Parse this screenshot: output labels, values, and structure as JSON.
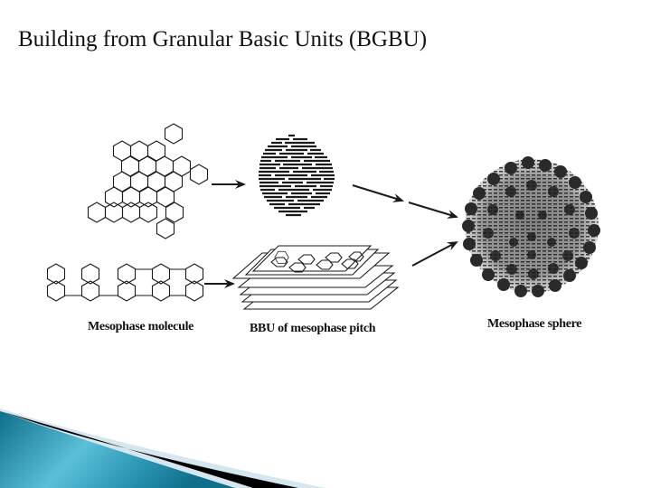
{
  "slide": {
    "title": "Building from Granular Basic Units (BGBU)"
  },
  "diagram": {
    "labels": {
      "molecule": "Mesophase molecule",
      "bbu": "BBU of mesophase pitch",
      "sphere": "Mesophase sphere"
    },
    "stages": [
      {
        "name": "Polyaromatic molecule (disc-like)",
        "shape": "fused-hexagon-cluster"
      },
      {
        "name": "Layered domain (circle of stacked lines)",
        "shape": "lamellar-disc"
      },
      {
        "name": "Mesophase molecule (linear chain)",
        "shape": "linked-naphthalene-chain"
      },
      {
        "name": "BBU of mesophase pitch",
        "shape": "stacked-planes"
      },
      {
        "name": "Mesophase sphere",
        "shape": "granular-sphere"
      }
    ]
  },
  "colors": {
    "ink": "#1a1a1a",
    "swoosh_teal_dark": "#0f6f8a",
    "swoosh_teal_light": "#5bbfd9",
    "swoosh_black": "#000000",
    "swoosh_pale": "#d6e6ee"
  }
}
